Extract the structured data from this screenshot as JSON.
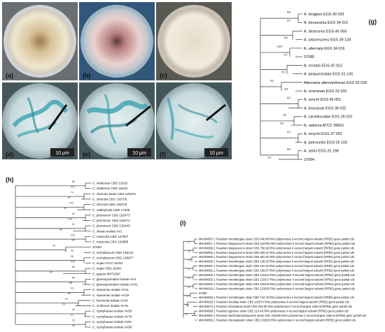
{
  "panels": {
    "a": "(a)",
    "b": "(b)",
    "c": "(c)",
    "d": "(d)",
    "e": "(e)",
    "f": "(f)",
    "g": "(g)",
    "h": "(h)",
    "i": "(i)"
  },
  "scale_bar": "10 μm",
  "colors": {
    "panel_a_fill": "#d9c6a0",
    "panel_b_fill": "#c08a8a",
    "panel_c_fill": "#e4d8c4",
    "micro_bg": "#bcd3d6",
    "stain": "#3aa3b0"
  },
  "tree_g": {
    "taxa": [
      "A. longipes EGS 30 033",
      "A. tenuissima EGS 34 015",
      "A. destruens EGS 46 069",
      "A. arborescens EGS 39 128",
      "A. alternata EGS 34 016",
      "37085",
      "A. cristata EGS 42 013",
      "A. perpunctulata EGS 51 130",
      "Alternaria alternantherae EGS 52 039",
      "A. cinerariae EGS 33 169",
      "A. sonchi EGS 46 051",
      "A. brassicae EGS 38 032",
      "A. carotiincultae EGS 26 010",
      "A. radicina ATCC 96831",
      "A. smyrnii EGS 37 093",
      "A. petroselini EGS 09 159",
      "A. selini EGS 25 198",
      "37084"
    ],
    "supports": [
      "99",
      "37",
      "84",
      "100",
      "27",
      "36",
      "92",
      "28",
      "86",
      "35",
      "32",
      "42",
      "96",
      "13"
    ]
  },
  "tree_h": {
    "taxa": [
      "C. vittalense CBS 12625",
      "C. vittalense CBS 18162",
      "C. clivicola strain CBS 125375",
      "C. clivicola CBS 133705",
      "C. clivicola CBS 125375",
      "C. cattleyicola CBS 17049",
      "C. plumorum CBS 132473",
      "C. plumorum CBS 125474",
      "C. plumorum CBS 132443",
      "C. cliviae isolate AV1",
      "C. musicola CBS 127557",
      "C. musicola CBS 132885",
      "37083",
      "C. orchidearum CBS 135131",
      "C. orchidearum CBS 136877",
      "C. sojae ATCC 62257",
      "C. sojae CBS 18281",
      "C. piperis IMI71397",
      "C. gloeosporioides isolate AV4",
      "C. gloeosporioides isolate AV31",
      "C. siamense isolate AV11",
      "C. siamense isolate AV19",
      "C. fructicola isolate AV24",
      "C. viniferum isolate AV76",
      "C. nymphaeae isolate AV59",
      "C. nymphaeae isolate AV78",
      "C. nymphaeae isolate AV87",
      "C. nymphaeae isolate AV90"
    ],
    "supports": [
      "66",
      "100",
      "74",
      "97",
      "100",
      "44",
      "62",
      "100",
      "51",
      "98",
      "100",
      "22",
      "99",
      "95",
      "99",
      "100",
      "56",
      "94",
      "88",
      "98",
      "93",
      "66",
      "99",
      "23",
      "35",
      "31",
      "25",
      "99"
    ]
  },
  "tree_i": {
    "taxa": [
      "MH484887.1 Fusarium nirenbergiae strain CBS 840.88 RNA polymerase II second largest subunit (RPB2) gene partial cds",
      "MH484817.1 Fusarium languescens strain CBS 119796 RNA polymerase II second largest subunit (RPB2) gene partial cds",
      "MH484809.1 Fusarium languescens strain CBS 758.68 RNA polymerase II second largest subunit (RPB2) gene partial cds",
      "MH484891.1 Fusarium languescens strain CBS 300.91 RNA polymerase II second largest subunit (RPB2) gene partial cds",
      "MH484892.1 Fusarium languescens strain CBS 302.91 RNA polymerase II second largest subunit (RPB2) gene partial cds",
      "MH484865.1 Fusarium nirenbergiae strain CBS 149.25 RNA polymerase II second largest subunit (RPB2) gene partial cds",
      "MH484867.1 Fusarium nirenbergiae strain CBS 181.32 RNA polymerase II second largest subunit (RPB2) gene partial cds",
      "MH484891.1 Fusarium nirenbergiae strain CBS 196.87 RNA polymerase II second largest subunit (RPB2) gene partial cds",
      "MH484902.1 Fusarium nirenbergiae strain CBS 115410 RNA polymerase II second largest subunit (RPB2) gene partial cds",
      "MH484903.1 Fusarium nirenbergiae strain CBS 115417 RNA polymerase II second largest subunit (RPB2) gene partial cds",
      "MH484904.1 Fusarium nirenbergiae strain CBS 115419 RNA polymerase II second largest subunit (RPB2) gene partial cds",
      "MH484919.1 Fusarium nirenbergiae strain CBS 123062 RNA polymerase II second largest subunit (RPB2) gene partial cds",
      "37084",
      "MH484882.1 Fusarium nirenbergiae strain CBS 744.79 RNA polymerase II second largest subunit (RPB2) gene partial cds",
      "MH484929.1 Fusarium hoodiae strain CBS 132474 RNA polymerase II second largest subunit (RPB2) gene partial cds",
      "MH484873.1 Fusarium triseptatum strain CBS 258.50 RNA polymerase II second largest subunit (RPB2) gene partial cds",
      "MH484869.1 Fusarium glycines strain CBS 214.49 RNA polymerase II second largest subunit (RPB2) gene partial cds",
      "MH484897.1 Fusarium tardichlamydosporum strain CBS 102028 RNA polymerase II second largest subunit (RPB2) gene partial cds",
      "MH484896.1 Fusarium duoseptatum strain CBS 102026 RNA polymerase II second largest subunit (RPB2) gene partial cds"
    ],
    "supports": [
      "37",
      "28",
      "26",
      "47",
      "63",
      "62",
      "52",
      "98",
      "95"
    ]
  }
}
